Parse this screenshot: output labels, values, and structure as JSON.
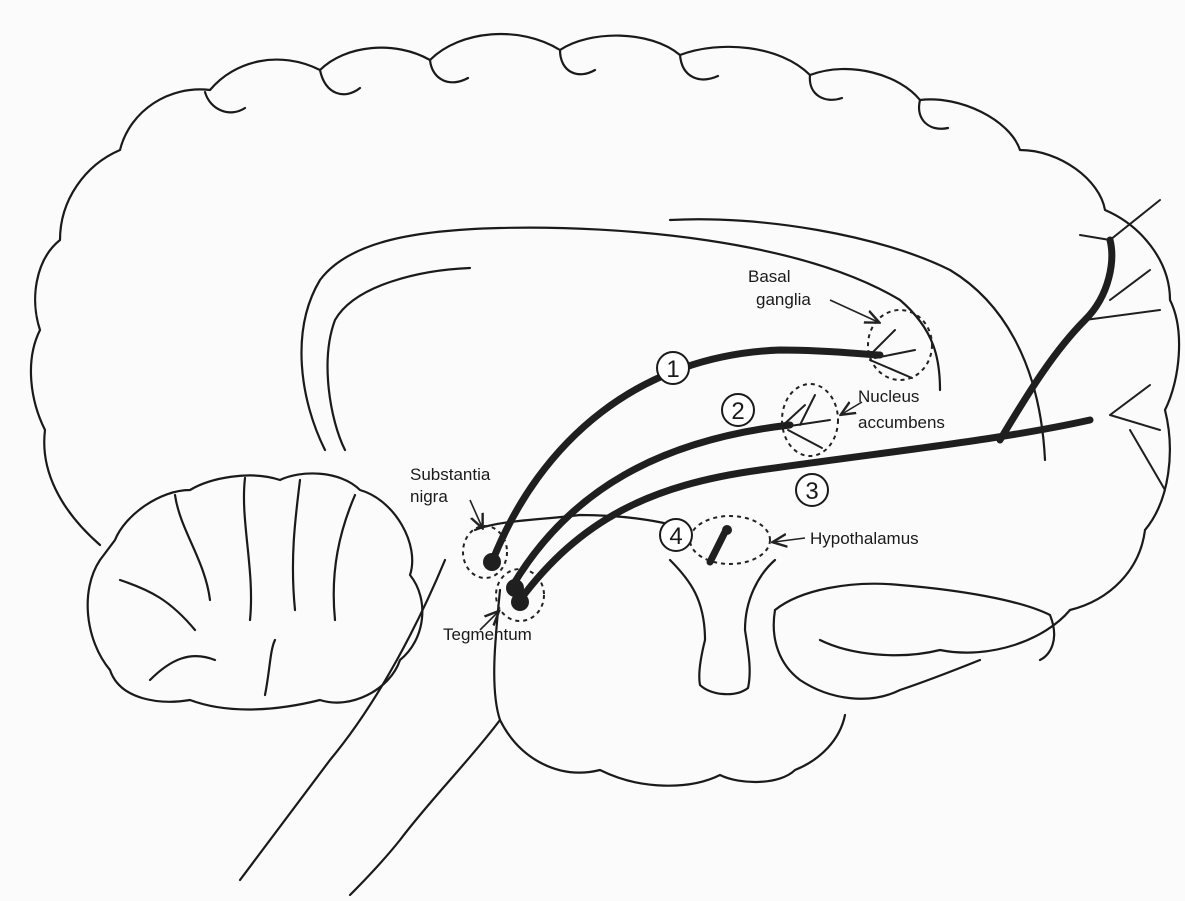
{
  "labels": {
    "basal_ganglia_1": "Basal",
    "basal_ganglia_2": "ganglia",
    "nucleus_accumbens_1": "Nucleus",
    "nucleus_accumbens_2": "accumbens",
    "substantia_nigra_1": "Substantia",
    "substantia_nigra_2": "nigra",
    "tegmentum": "Tegmentum",
    "hypothalamus": "Hypothalamus"
  },
  "pathways": [
    {
      "number": "1"
    },
    {
      "number": "2"
    },
    {
      "number": "3"
    },
    {
      "number": "4"
    }
  ]
}
